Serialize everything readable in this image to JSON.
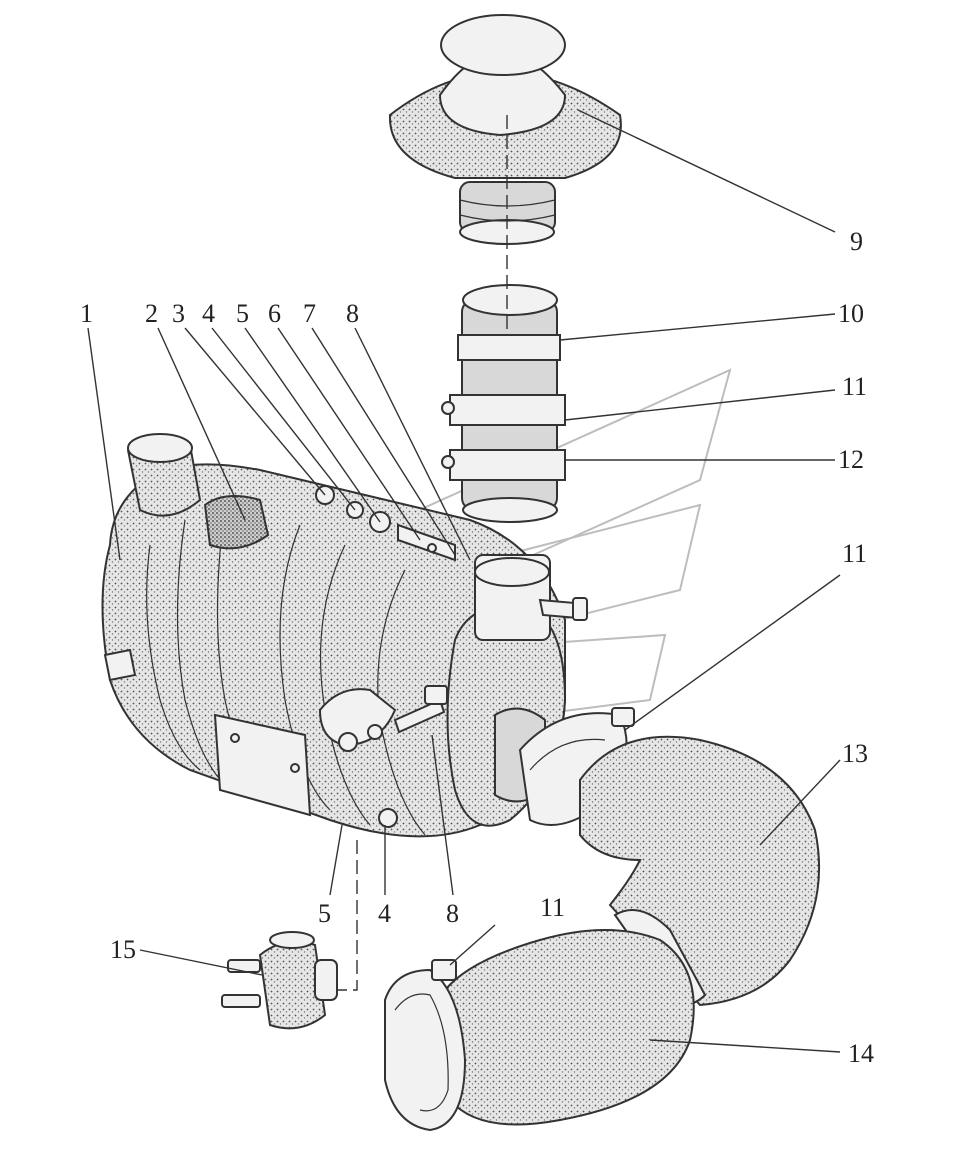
{
  "diagram": {
    "callouts": {
      "c1": "1",
      "c2": "2",
      "c3": "3",
      "c4a": "4",
      "c5a": "5",
      "c6": "6",
      "c7": "7",
      "c8a": "8",
      "c9": "9",
      "c10": "10",
      "c11a": "11",
      "c12": "12",
      "c11b": "11",
      "c13": "13",
      "c5b": "5",
      "c4b": "4",
      "c8b": "8",
      "c11c": "11",
      "c15": "15",
      "c14": "14"
    }
  }
}
